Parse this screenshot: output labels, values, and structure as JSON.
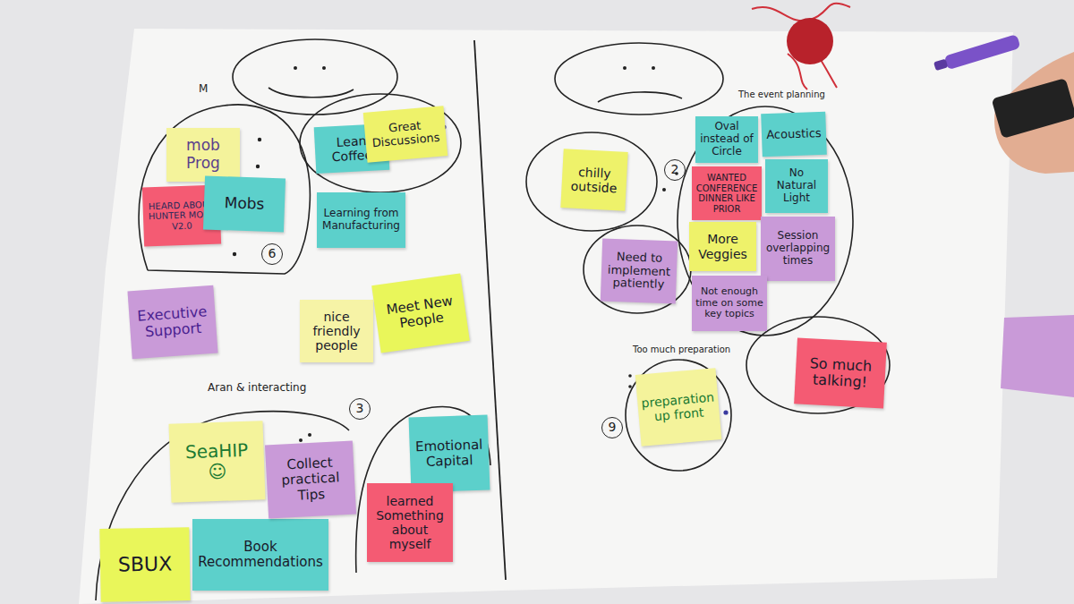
{
  "diagram": {
    "nodes": [
      {
        "text": [
          "mob Prog"
        ]
      },
      {
        "text": [
          "HEARD ABOUT HUNTER MOBS V2.0"
        ]
      },
      {
        "text": [
          "Mobs"
        ]
      },
      {
        "text": [
          "Lean Coffee"
        ]
      },
      {
        "text": [
          "Great Discussions"
        ]
      },
      {
        "text": [
          "Learning from Manufacturing"
        ]
      },
      {
        "text": [
          "Executive Support"
        ]
      },
      {
        "text": [
          "nice friendly people"
        ]
      },
      {
        "text": [
          "Meet New People"
        ]
      },
      {
        "text": [
          "Aran & interacting"
        ]
      },
      {
        "text": [
          "SeaHIP ☺"
        ],
        "in": 9
      },
      {
        "text": [
          "Book Recommendations"
        ],
        "in": 9
      },
      {
        "text": [
          "Collect practical Tips"
        ],
        "in": 9
      },
      {
        "text": [
          "SBUX"
        ],
        "in": 9
      },
      {
        "text": [
          "Emotional Capital"
        ]
      },
      {
        "text": [
          "learned Something about myself"
        ]
      },
      {
        "text": [
          "chilly outside"
        ]
      },
      {
        "text": [
          "The event planning"
        ]
      },
      {
        "text": [
          "Oval instead of Circle"
        ],
        "in": 17
      },
      {
        "text": [
          "Acoustics"
        ],
        "in": 17
      },
      {
        "text": [
          "WANTED CONFERENCE DINNER LIKE PRIOR"
        ],
        "in": 17
      },
      {
        "text": [
          "No Natural Light"
        ],
        "in": 17
      },
      {
        "text": [
          "More Veggies"
        ],
        "in": 17
      },
      {
        "text": [
          "Session overlapping times"
        ],
        "in": 17
      },
      {
        "text": [
          "Not enough time on some key topics"
        ],
        "in": 17
      },
      {
        "text": [
          "Need to implement patiently"
        ]
      },
      {
        "text": [
          "So much talking!"
        ]
      },
      {
        "text": [
          "Too much preparation"
        ]
      },
      {
        "text": [
          "preparation up front"
        ],
        "in": 27
      }
    ],
    "labels": [
      "M",
      "6",
      "3",
      "2",
      "9"
    ]
  }
}
